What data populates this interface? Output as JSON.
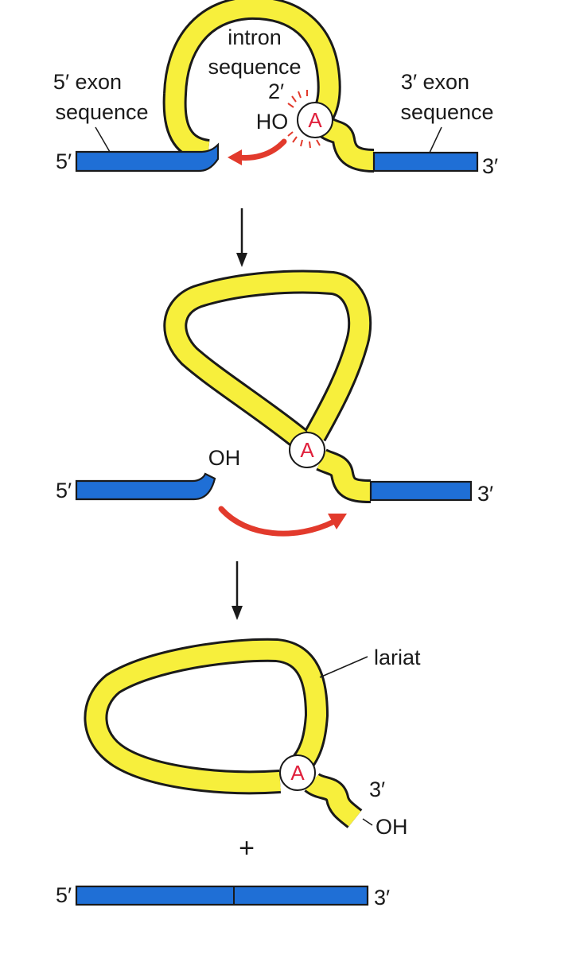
{
  "labels": {
    "five_prime": "5′",
    "three_prime": "3′",
    "five_exon_line1": "5′ exon",
    "five_exon_line2": "sequence",
    "three_exon_line1": "3′ exon",
    "three_exon_line2": "sequence",
    "intron_line1": "intron",
    "intron_line2": "sequence",
    "two_prime": "2′",
    "ho": "HO",
    "oh": "OH",
    "adenine": "A",
    "lariat": "lariat",
    "plus": "+"
  },
  "colors": {
    "intron": "#f7ef3c",
    "exon": "#1f6fd6",
    "arrow": "#e23a2c",
    "adenine_text": "#e0203c",
    "outline": "#1a1a1a"
  }
}
